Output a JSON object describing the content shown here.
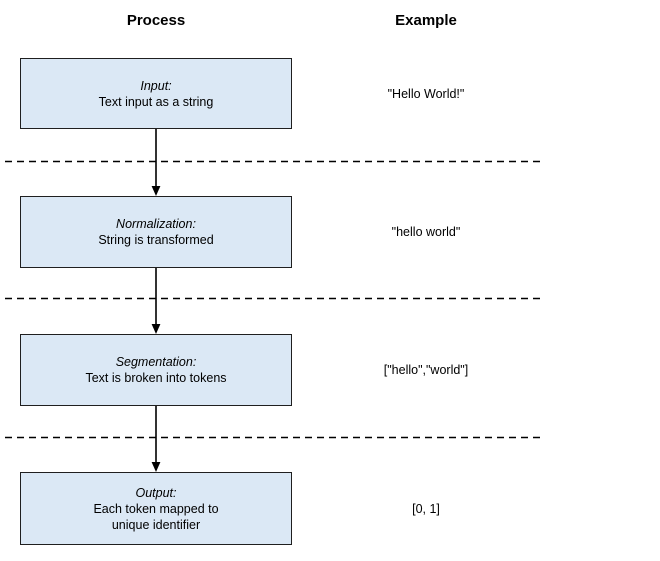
{
  "diagram": {
    "headers": {
      "process": "Process",
      "example": "Example"
    },
    "colors": {
      "box_fill": "#dbe8f5",
      "box_border": "#1f1f1f",
      "line": "#000000",
      "text": "#000000"
    },
    "stages": [
      {
        "name": "Input:",
        "description": "Text input as a string",
        "example": "\"Hello World!\""
      },
      {
        "name": "Normalization:",
        "description": "String is transformed",
        "example": "\"hello world\""
      },
      {
        "name": "Segmentation:",
        "description": "Text is broken into tokens",
        "example": "[\"hello\",\"world\"]"
      },
      {
        "name": "Output:",
        "description": "Each token mapped to\nunique identifier",
        "example": "[0, 1]"
      }
    ]
  }
}
